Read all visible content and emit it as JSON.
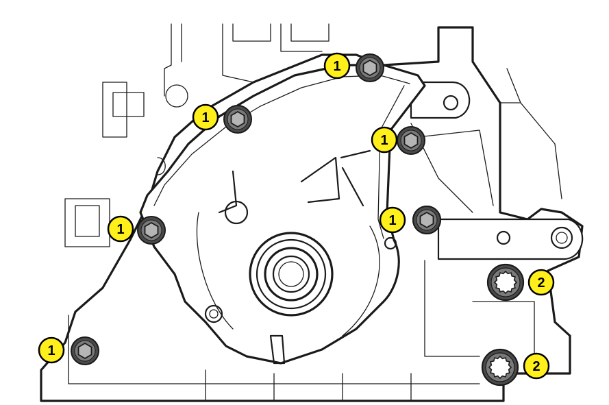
{
  "colors": {
    "callout_fill": "#ffef1a",
    "callout_stroke": "#000000",
    "line": "#1a1a1a",
    "bolt_dark": "#4a4a4a",
    "bolt_mid": "#7a7a7a",
    "bolt_light": "#b5b5b5"
  },
  "callouts": [
    {
      "label": "1",
      "bolt_type": "hex-bolt"
    },
    {
      "label": "1",
      "bolt_type": "hex-bolt"
    },
    {
      "label": "1",
      "bolt_type": "hex-bolt"
    },
    {
      "label": "1",
      "bolt_type": "hex-bolt"
    },
    {
      "label": "1",
      "bolt_type": "hex-bolt"
    },
    {
      "label": "1",
      "bolt_type": "hex-bolt"
    },
    {
      "label": "1",
      "bolt_type": "hex-bolt"
    },
    {
      "label": "2",
      "bolt_type": "splined-bolt"
    },
    {
      "label": "2",
      "bolt_type": "splined-bolt"
    }
  ]
}
